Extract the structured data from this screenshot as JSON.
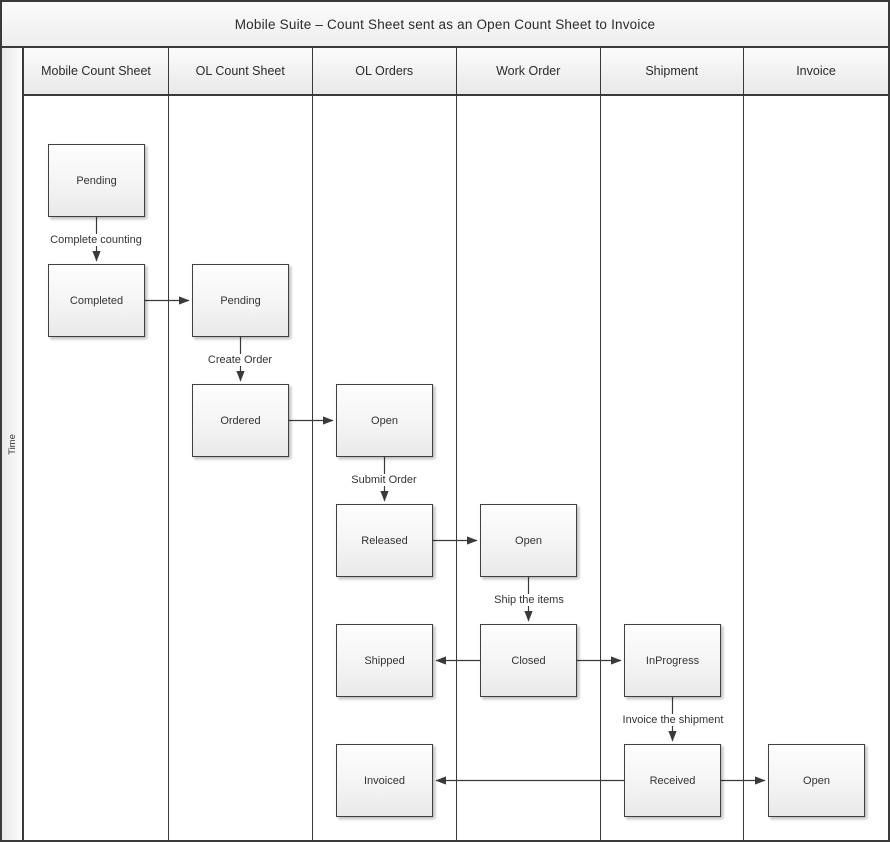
{
  "title": "Mobile Suite – Count Sheet sent as an Open Count Sheet to Invoice",
  "time_axis_label": "Time",
  "lanes": [
    {
      "label": "Mobile Count Sheet"
    },
    {
      "label": "OL Count Sheet"
    },
    {
      "label": "OL Orders"
    },
    {
      "label": "Work Order"
    },
    {
      "label": "Shipment"
    },
    {
      "label": "Invoice"
    }
  ],
  "nodes": {
    "mcs_pending": {
      "lane": "Mobile Count Sheet",
      "label": "Pending"
    },
    "mcs_completed": {
      "lane": "Mobile Count Sheet",
      "label": "Completed"
    },
    "olcs_pending": {
      "lane": "OL Count Sheet",
      "label": "Pending"
    },
    "olcs_ordered": {
      "lane": "OL Count Sheet",
      "label": "Ordered"
    },
    "olo_open": {
      "lane": "OL Orders",
      "label": "Open"
    },
    "olo_released": {
      "lane": "OL Orders",
      "label": "Released"
    },
    "olo_shipped": {
      "lane": "OL Orders",
      "label": "Shipped"
    },
    "olo_invoiced": {
      "lane": "OL Orders",
      "label": "Invoiced"
    },
    "wo_open": {
      "lane": "Work Order",
      "label": "Open"
    },
    "wo_closed": {
      "lane": "Work Order",
      "label": "Closed"
    },
    "ship_inprogress": {
      "lane": "Shipment",
      "label": "InProgress"
    },
    "ship_received": {
      "lane": "Shipment",
      "label": "Received"
    },
    "inv_open": {
      "lane": "Invoice",
      "label": "Open"
    }
  },
  "edges": [
    {
      "from": "mcs_pending",
      "to": "mcs_completed",
      "label": "Complete counting"
    },
    {
      "from": "mcs_completed",
      "to": "olcs_pending",
      "label": ""
    },
    {
      "from": "olcs_pending",
      "to": "olcs_ordered",
      "label": "Create Order"
    },
    {
      "from": "olcs_ordered",
      "to": "olo_open",
      "label": ""
    },
    {
      "from": "olo_open",
      "to": "olo_released",
      "label": "Submit Order"
    },
    {
      "from": "olo_released",
      "to": "wo_open",
      "label": ""
    },
    {
      "from": "wo_open",
      "to": "wo_closed",
      "label": "Ship the items"
    },
    {
      "from": "wo_closed",
      "to": "olo_shipped",
      "label": ""
    },
    {
      "from": "wo_closed",
      "to": "ship_inprogress",
      "label": ""
    },
    {
      "from": "ship_inprogress",
      "to": "ship_received",
      "label": "Invoice the shipment"
    },
    {
      "from": "ship_received",
      "to": "olo_invoiced",
      "label": ""
    },
    {
      "from": "ship_received",
      "to": "inv_open",
      "label": ""
    }
  ],
  "colors": {
    "line": "#3a3a3a",
    "node_border": "#404040",
    "node_fill_top": "#fdfdfd",
    "node_fill_bottom": "#e9e9e9",
    "background": "#ffffff"
  }
}
